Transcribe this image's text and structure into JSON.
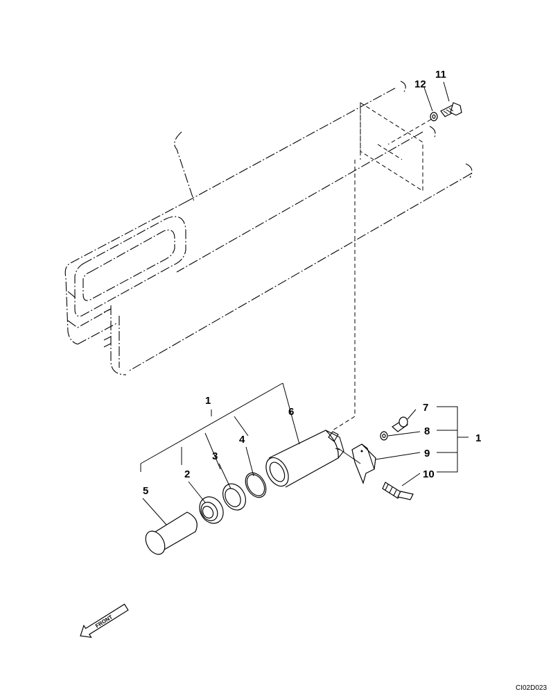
{
  "callouts": {
    "c1_left": "1",
    "c1_right": "1",
    "c2": "2",
    "c3": "3",
    "c4": "4",
    "c5": "5",
    "c6": "6",
    "c7": "7",
    "c8": "8",
    "c9": "9",
    "c10": "10",
    "c11": "11",
    "c12": "12"
  },
  "front_arrow_label": "FRONT",
  "drawing_code": "CI02D023"
}
